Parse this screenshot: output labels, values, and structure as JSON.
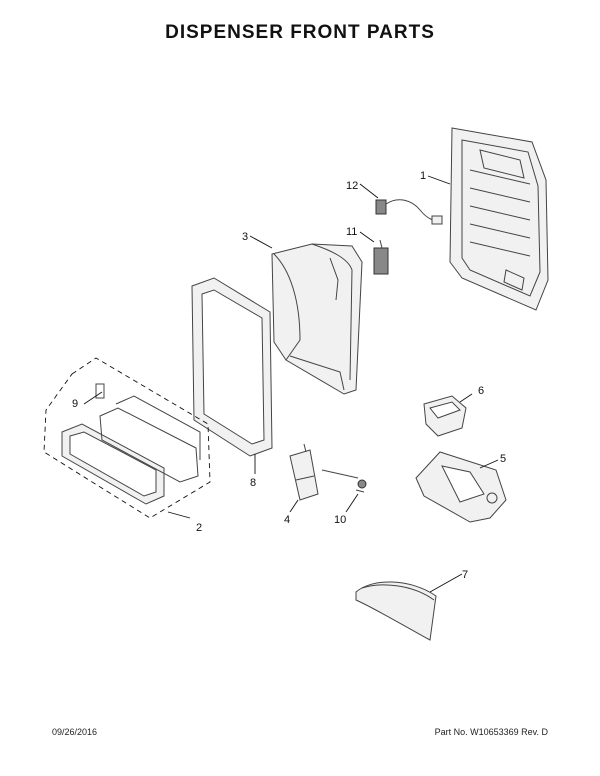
{
  "page_title": "DISPENSER FRONT PARTS",
  "footer": {
    "date": "09/26/2016",
    "part_info": "Part No. W10653369  Rev. D"
  },
  "callouts": {
    "c1": "1",
    "c2": "2",
    "c3": "3",
    "c4": "4",
    "c5": "5",
    "c6": "6",
    "c7": "7",
    "c8": "8",
    "c9": "9",
    "c10": "10",
    "c11": "11",
    "c12": "12"
  }
}
